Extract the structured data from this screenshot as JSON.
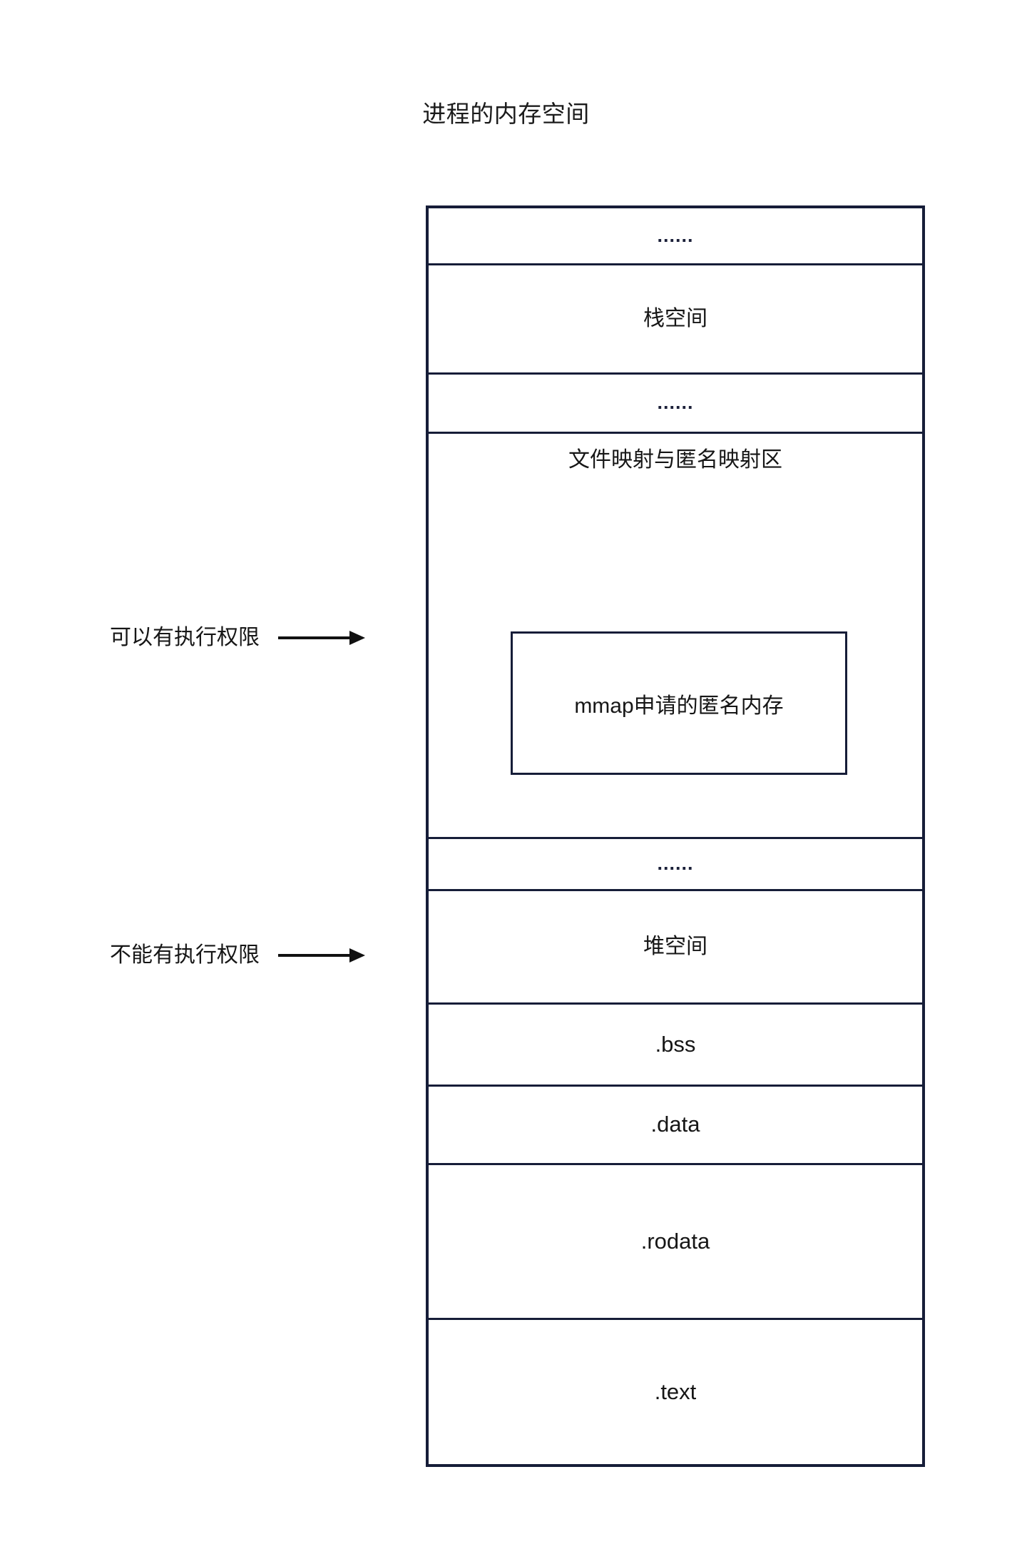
{
  "diagram": {
    "title": "进程的内存空间",
    "border_color": "#161d38",
    "text_color": "#161616",
    "background": "#ffffff"
  },
  "memory_rows": [
    {
      "label": "......",
      "kind": "ellipsis"
    },
    {
      "label": "栈空间",
      "kind": "text"
    },
    {
      "label": "......",
      "kind": "ellipsis"
    },
    {
      "label": "文件映射与匿名映射区",
      "kind": "text"
    },
    {
      "label": "......",
      "kind": "ellipsis"
    },
    {
      "label": "堆空间",
      "kind": "text"
    },
    {
      "label": ".bss",
      "kind": "ascii"
    },
    {
      "label": ".data",
      "kind": "ascii"
    },
    {
      "label": ".rodata",
      "kind": "ascii"
    },
    {
      "label": ".text",
      "kind": "ascii"
    }
  ],
  "inner_box": {
    "label": "mmap申请的匿名内存"
  },
  "annotations": [
    {
      "label": "可以有执行权限",
      "target": "文件映射与匿名映射区"
    },
    {
      "label": "不能有执行权限",
      "target": "堆空间"
    }
  ]
}
